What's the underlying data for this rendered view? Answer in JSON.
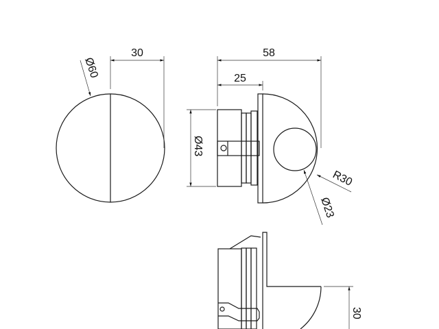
{
  "drawing": {
    "front_view": {
      "diameter_label": "Ø60",
      "half_width_label": "30"
    },
    "side_view": {
      "overall_length_label": "58",
      "body_length_label": "25",
      "body_diameter_label": "Ø43",
      "radius_label": "R30",
      "hole_diameter_label": "Ø23"
    },
    "bottom_view": {
      "height_label": "30"
    }
  }
}
